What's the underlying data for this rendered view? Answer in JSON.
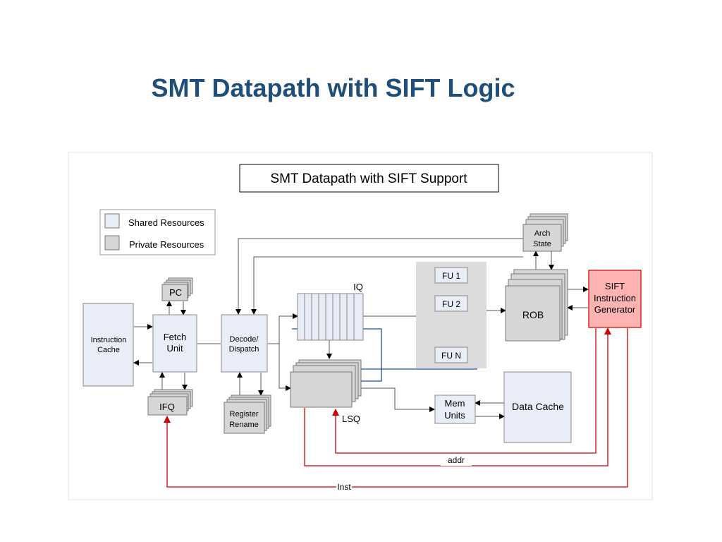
{
  "slide": {
    "title": "SMT Datapath with SIFT Logic"
  },
  "diagram": {
    "title": "SMT Datapath with SIFT Support",
    "legend": {
      "shared": "Shared Resources",
      "private": "Private Resources"
    },
    "blocks": {
      "instruction_cache": [
        "Instruction",
        "Cache"
      ],
      "fetch_unit": [
        "Fetch",
        "Unit"
      ],
      "pc": "PC",
      "ifq": "IFQ",
      "decode": [
        "Decode/",
        "Dispatch"
      ],
      "register_rename": [
        "Register",
        "Rename"
      ],
      "iq": "IQ",
      "lsq": "LSQ",
      "fu1": "FU 1",
      "fu2": "FU 2",
      "fun": "FU N",
      "rob": "ROB",
      "arch_state": [
        "Arch",
        "State"
      ],
      "sift": [
        "SIFT",
        "Instruction",
        "Generator"
      ],
      "mem_units": [
        "Mem",
        "Units"
      ],
      "data_cache": "Data Cache"
    },
    "signals": {
      "addr": "addr",
      "inst": "Inst"
    },
    "colors": {
      "shared_fill": "#e8edf7",
      "private_fill": "#d6d6d6",
      "sift_fill": "#ffb3b3",
      "sift_stroke": "#cc0000",
      "red_wire": "#cc0000",
      "blue_wire": "#1f4fa0",
      "gray_wire": "#555555"
    }
  }
}
